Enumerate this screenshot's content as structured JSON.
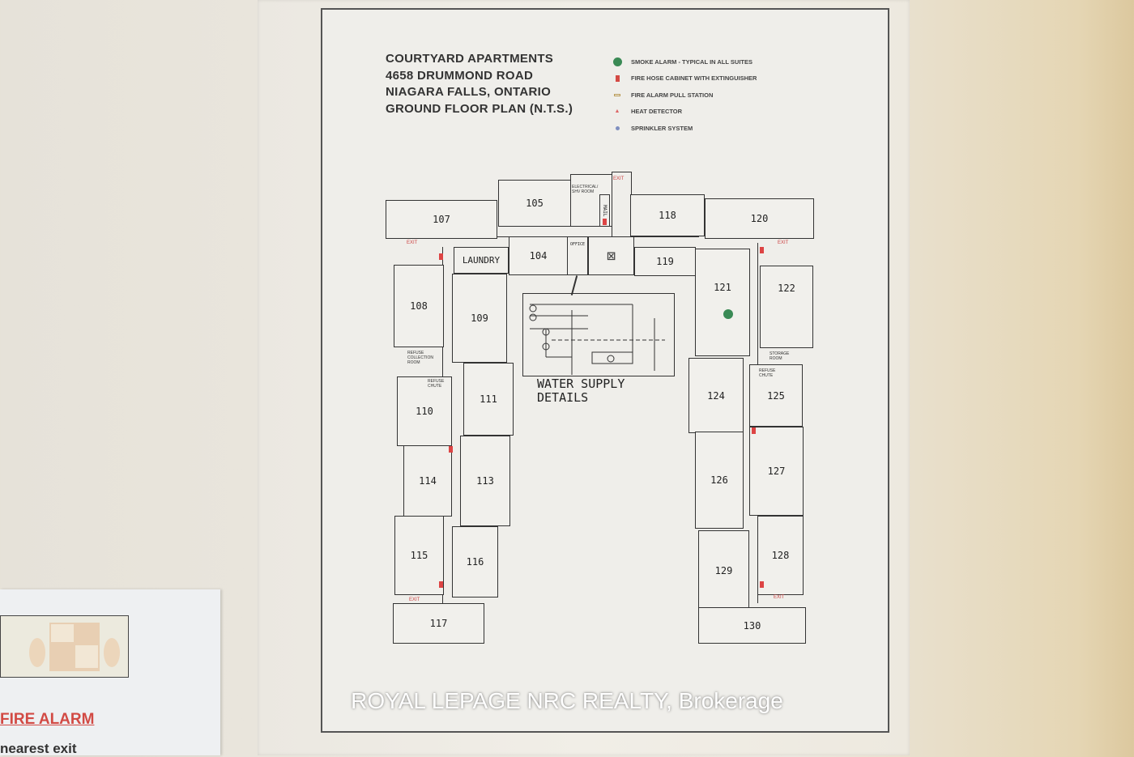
{
  "header": {
    "lines": [
      "COURTYARD APARTMENTS",
      "4658 DRUMMOND ROAD",
      "NIAGARA FALLS, ONTARIO",
      "GROUND FLOOR PLAN (N.T.S.)"
    ]
  },
  "legend": [
    {
      "label": "SMOKE ALARM - TYPICAL IN ALL SUITES",
      "icon": "smoke-alarm-icon",
      "color": "#3a8a55"
    },
    {
      "label": "FIRE HOSE CABINET WITH EXTINGUISHER",
      "icon": "fire-hose-cabinet-icon",
      "color": "#d44a44"
    },
    {
      "label": "FIRE ALARM PULL STATION",
      "icon": "pull-station-icon",
      "color": "#b99a55"
    },
    {
      "label": "HEAT DETECTOR",
      "icon": "heat-detector-icon",
      "color": "#d66"
    },
    {
      "label": "SPRINKLER SYSTEM",
      "icon": "sprinkler-icon",
      "color": "#7f8fc0"
    }
  ],
  "rooms": {
    "r107": "107",
    "r105": "105",
    "r118": "118",
    "r120": "120",
    "laundry": "LAUNDRY",
    "r104": "104",
    "r119": "119",
    "r108": "108",
    "r109": "109",
    "r121": "121",
    "r122": "122",
    "r110": "110",
    "r111": "111",
    "r124": "124",
    "r125": "125",
    "r114": "114",
    "r113": "113",
    "r126": "126",
    "r127": "127",
    "r115": "115",
    "r116": "116",
    "r129": "129",
    "r128": "128",
    "r117": "117",
    "r130": "130"
  },
  "labels": {
    "electrical": "ELECTRICAL/ SHV ROOM",
    "mail": "MAIL",
    "office": "OFFICE",
    "exit": "EXIT",
    "refuse_room": "REFUSE COLLECTION ROOM",
    "refuse_chute": "REFUSE CHUTE",
    "storage": "STORAGE ROOM"
  },
  "water_supply": {
    "line1": "WATER SUPPLY",
    "line2": "DETAILS"
  },
  "watermark": "ROYAL LEPAGE NRC REALTY, Brokerage",
  "notice": {
    "title": "FIRE ALARM",
    "text": "nearest exit"
  }
}
